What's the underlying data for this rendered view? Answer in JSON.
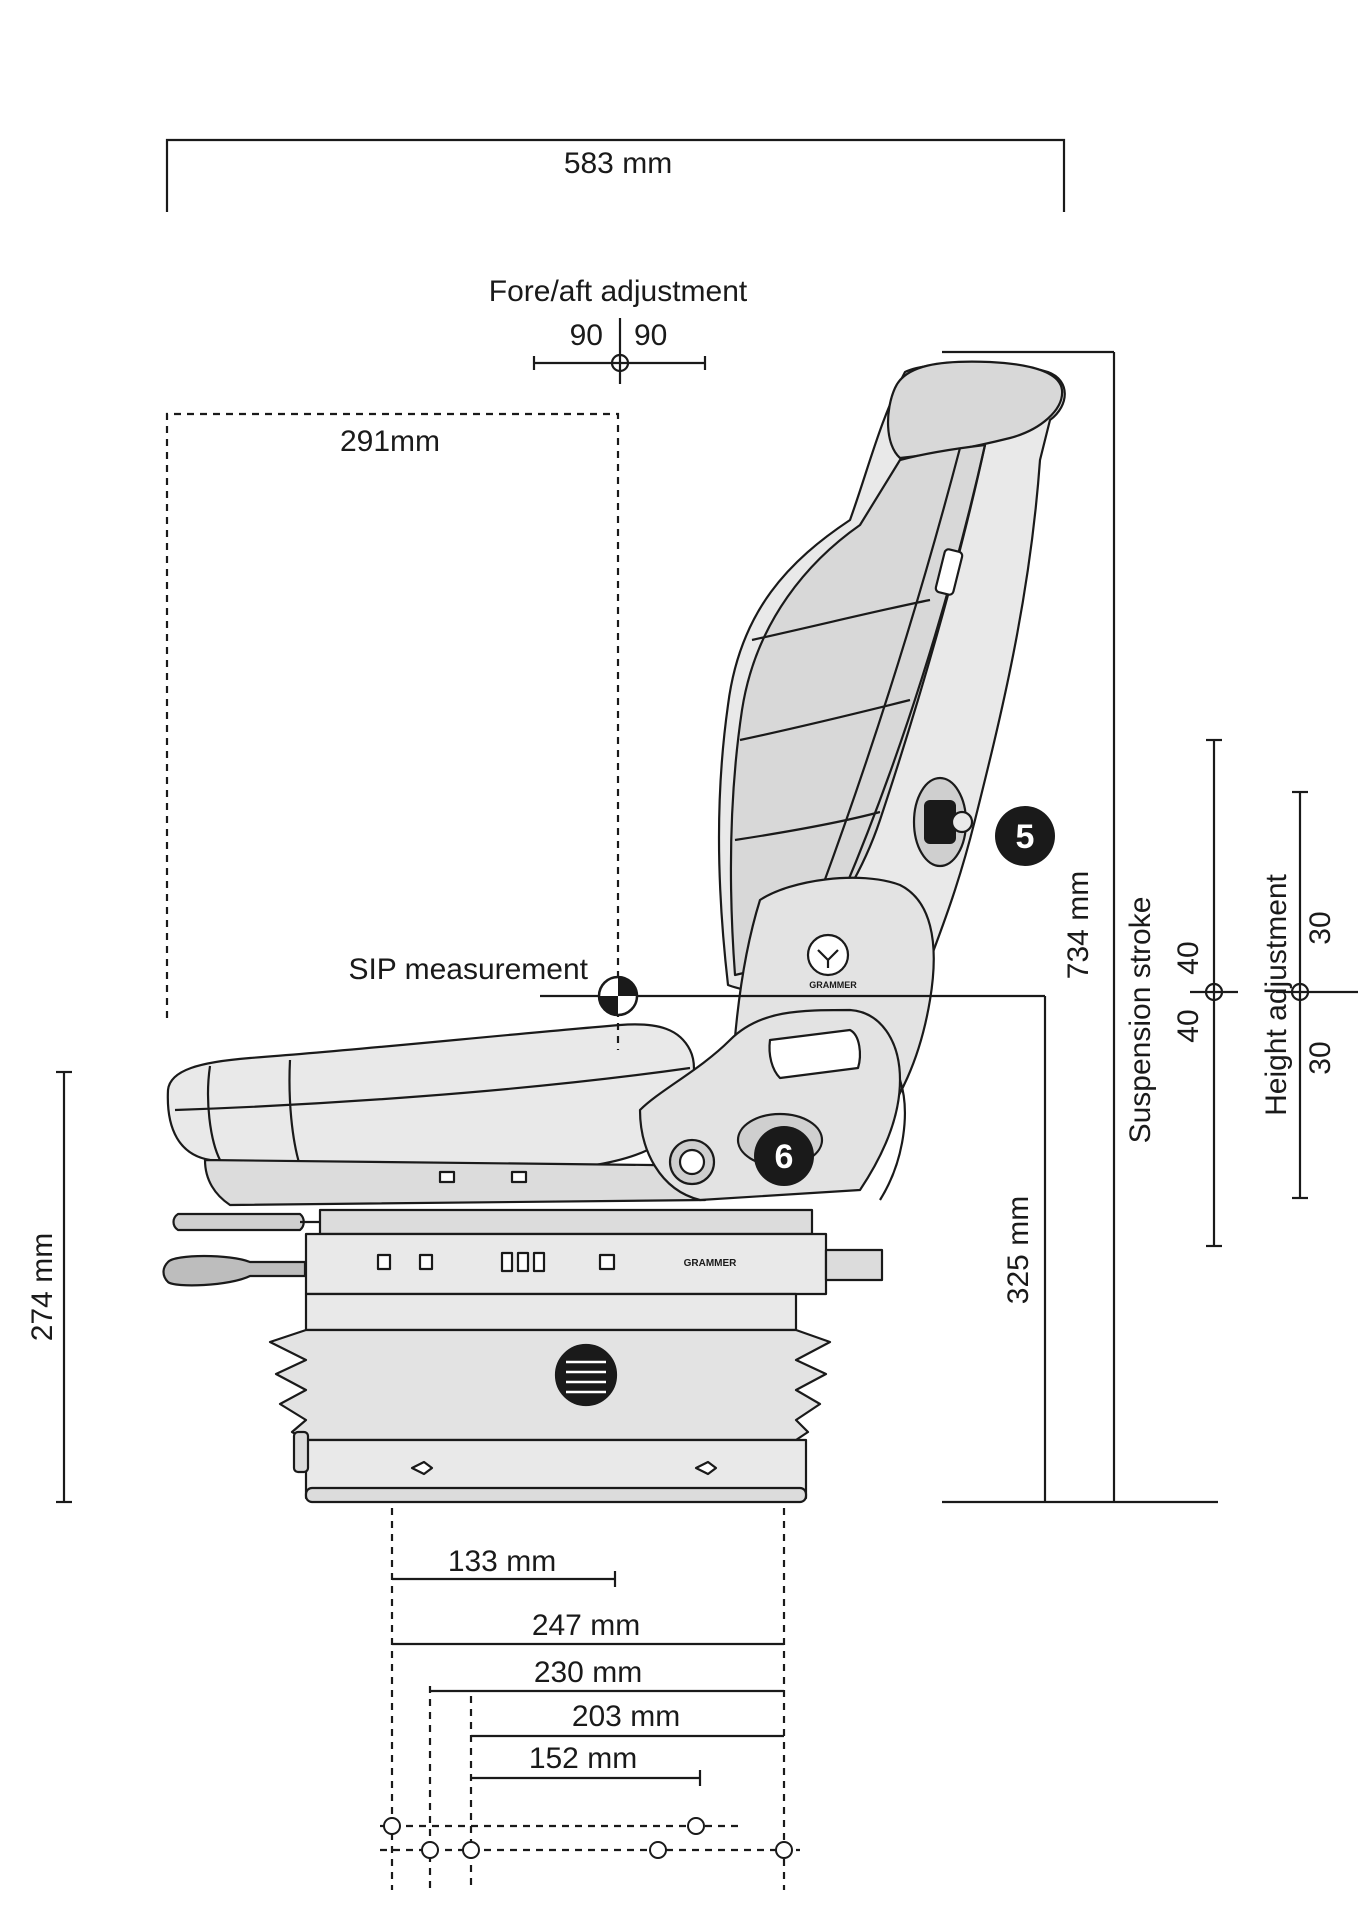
{
  "dimensions": {
    "total_width": "583 mm",
    "fore_aft_title": "Fore/aft adjustment",
    "fore_aft_back": "90",
    "fore_aft_forward": "90",
    "sip_offset": "291mm",
    "sip_label": "SIP measurement",
    "overall_height": "734 mm",
    "sip_height": "325 mm",
    "base_height": "274 mm",
    "suspension_label": "Suspension stroke",
    "suspension_up": "40",
    "suspension_down": "40",
    "height_adj_label": "Height adjustment",
    "height_adj_up": "30",
    "height_adj_down": "30",
    "mount_133": "133 mm",
    "mount_247": "247 mm",
    "mount_230": "230 mm",
    "mount_203": "203 mm",
    "mount_152": "152 mm"
  },
  "callouts": {
    "five": "5",
    "six": "6"
  },
  "brand": {
    "backrest_logo": "GRAMMER",
    "rail_logo": "GRAMMER"
  },
  "colors": {
    "line": "#1a1a1a",
    "seat_fill": "#e9e9e9",
    "seat_shade": "#cfcfcf",
    "callout_fill": "#1a1a1a",
    "callout_text": "#ffffff"
  }
}
